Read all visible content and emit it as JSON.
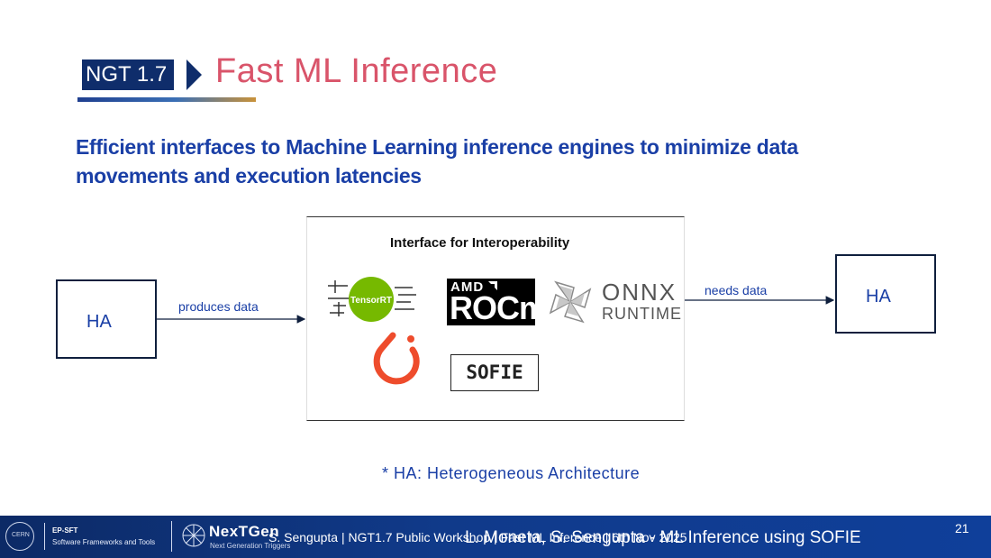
{
  "header": {
    "badge": "NGT 1.7",
    "title": "Fast ML Inference"
  },
  "subtitle": "Efficient interfaces to Machine Learning inference engines to minimize data movements and execution latencies",
  "diagram": {
    "left_box": "HA",
    "right_box": "HA",
    "left_edge_label": "produces data",
    "right_edge_label": "needs data",
    "center_title": "Interface for Interoperability",
    "logos": {
      "tensorrt": "TensorRT",
      "amd": "AMD",
      "rocm": "ROCm",
      "onnx": "ONNX",
      "runtime": "RUNTIME",
      "sofie": "SOFIE",
      "pytorch": "pytorch-icon"
    }
  },
  "footnote": "* HA: Heterogeneous Architecture",
  "footer": {
    "cern_label": "CERN",
    "ep_sft": "EP-SFT",
    "ep_sft_sub": "Software Frameworks and Tools",
    "nextgen": "NexTGen",
    "nextgen_sub": "Next Generation Triggers",
    "text_overlay_1": "S. Sengupta | NGT1.7 Public Workshop | Fast ML Inference | 6th Nov 2025",
    "text_overlay_2": "L. Moneta, S. Sengupta - ML Inference using SOFIE",
    "page_number": "21"
  },
  "colors": {
    "title": "#d9546a",
    "subtitle": "#1a3fa6",
    "badge": "#0f2d6b",
    "footer": "#0f3a8a"
  }
}
